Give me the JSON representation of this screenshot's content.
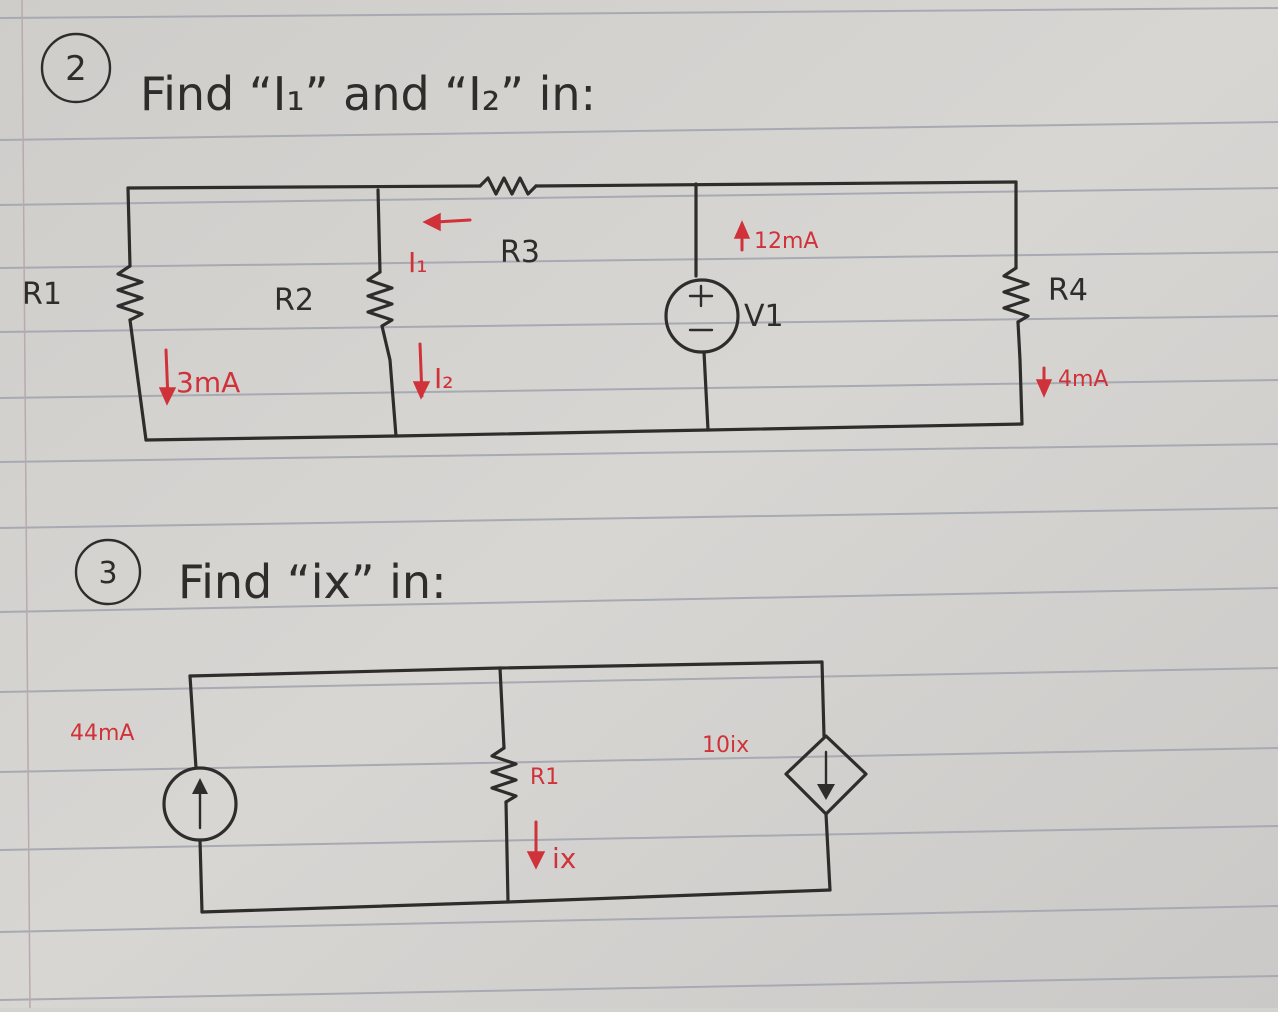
{
  "problem2": {
    "number": "2",
    "title": "Find “I₁” and “I₂” in:",
    "labels": {
      "r1": "R1",
      "r2": "R2",
      "r3": "R3",
      "r4": "R4",
      "v1": "V1",
      "i1": "I₁",
      "i2": "I₂",
      "current_r1": "3mA",
      "current_v1": "12mA",
      "current_r4": "4mA"
    }
  },
  "problem3": {
    "number": "3",
    "title": "Find “ix” in:",
    "labels": {
      "source_current": "44mA",
      "r1": "R1",
      "ix": "ix",
      "dependent_source": "10ix"
    }
  },
  "colors": {
    "paper": "#d4d2cf",
    "ink": "#2f2d2c",
    "red_ink": "#d0323a",
    "ruling": "#a7aab3"
  }
}
